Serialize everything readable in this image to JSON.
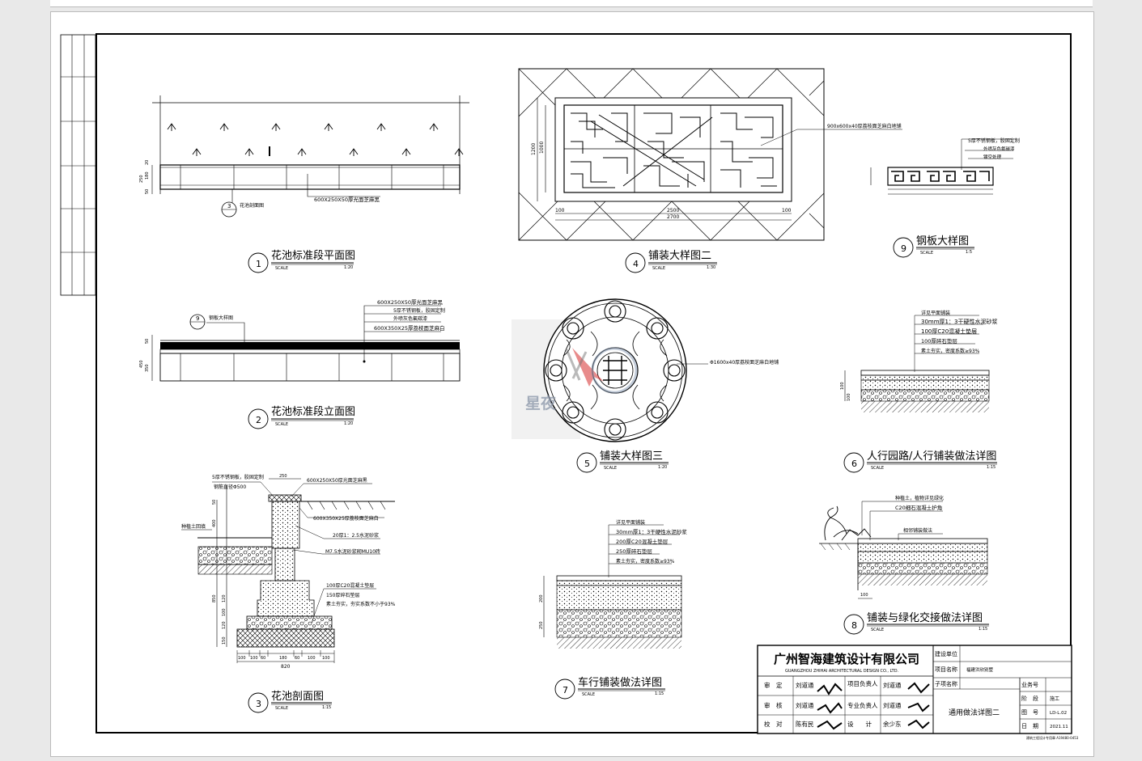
{
  "watermark": {
    "text": "星夜"
  },
  "drawings": {
    "d1": {
      "num": "1",
      "title": "花池标准段平面图",
      "scale_word": "SCALE",
      "scale": "1:20",
      "callouts": [
        "花池剖面图",
        "600X250X50厚光面芝麻黑"
      ],
      "ref": "3",
      "dims": [
        "250",
        "180",
        "50",
        "20"
      ]
    },
    "d2": {
      "num": "2",
      "title": "花池标准段立面图",
      "scale_word": "SCALE",
      "scale": "1:20",
      "callouts": [
        "600X250X50厚光面芝麻黑",
        "5厚不锈钢板，胶固定制",
        "外喷灰色氟碳漆",
        "600X350X25厚荔枝面芝麻白",
        "钢板大样图"
      ],
      "ref": "9",
      "dims": [
        "450",
        "350",
        "50"
      ]
    },
    "d3": {
      "num": "3",
      "title": "花池剖面图",
      "scale_word": "SCALE",
      "scale": "1:15",
      "callouts": [
        "5厚不锈钢板，胶固定制",
        "钢筋直径Φ500",
        "600X250X50厚光面芝麻黑",
        "600X350X25厚荔枝面芝麻白",
        "种植土回填",
        "20厚1：2.5水泥砂浆",
        "M7.5水泥砂浆砌MU10砖",
        "100厚C20混凝土垫层",
        "150厚碎石垫层",
        "素土夯实，夯实系数不小于93%"
      ],
      "dims_top": [
        "250"
      ],
      "dims_left": [
        "50",
        "400",
        "850",
        "120",
        "100",
        "120",
        "150"
      ],
      "dims_bottom": [
        "100",
        "100",
        "60",
        "180",
        "60",
        "100",
        "100"
      ],
      "total": "820"
    },
    "d4": {
      "num": "4",
      "title": "铺装大样图二",
      "scale_word": "SCALE",
      "scale": "1:30",
      "callouts": [
        "900x600x40厚荔枝面芝麻白地铺"
      ],
      "dims": [
        "1200",
        "1000",
        "2500",
        "2700",
        "100",
        "100"
      ]
    },
    "d5": {
      "num": "5",
      "title": "铺装大样图三",
      "scale_word": "SCALE",
      "scale": "1:20",
      "callouts": [
        "Φ1600x40厚荔枝面芝麻白地铺"
      ]
    },
    "d6": {
      "num": "6",
      "title": "人行园路/人行铺装做法详图",
      "scale_word": "SCALE",
      "scale": "1:15",
      "callouts": [
        "详见平面铺装",
        "30mm厚1：3干硬性水泥砂浆",
        "100厚C20混凝土垫层",
        "100厚碎石垫层",
        "素土夯实，密度系数≥93%"
      ],
      "dims": [
        "100",
        "100"
      ]
    },
    "d7": {
      "num": "7",
      "title": "车行铺装做法详图",
      "scale_word": "SCALE",
      "scale": "1:15",
      "callouts": [
        "详见平面铺装",
        "30mm厚1：3干硬性水泥砂浆",
        "200厚C20混凝土垫层",
        "250厚碎石垫层",
        "素土夯实，密度系数≥93%"
      ],
      "dims": [
        "200",
        "250"
      ]
    },
    "d8": {
      "num": "8",
      "title": "铺装与绿化交接做法详图",
      "scale_word": "SCALE",
      "scale": "1:15",
      "callouts": [
        "种植土，植物详见绿化",
        "C20细石混凝土护角",
        "相邻铺装做法"
      ],
      "dims": [
        "100"
      ]
    },
    "d9": {
      "num": "9",
      "title": "钢板大样图",
      "scale_word": "SCALE",
      "scale": "1:5",
      "callouts": [
        "5厚不锈钢板，胶固定制",
        "外喷灰色氟碳漆",
        "镀空处理"
      ]
    }
  },
  "titleblock": {
    "company_cn": "广州智海建筑设计有限公司",
    "company_en": "GUANGZHOU ZHIHAI ARCHITECTURAL DESIGN CO., LTD.",
    "rows": [
      {
        "k1": "审　定",
        "v1": "刘道通",
        "k2": "项目负责人",
        "v2": "刘道通"
      },
      {
        "k1": "审　核",
        "v1": "刘道通",
        "k2": "专业负责人",
        "v2": "刘道通"
      },
      {
        "k1": "校　对",
        "v1": "陈有民",
        "k2": "设　　计",
        "v2": "余少东"
      }
    ],
    "build_unit_label": "建设单位",
    "project_label": "项目名称",
    "project_value": "福建洪欣别墅",
    "sub_label": "子项名称",
    "drawing_title": "通用做法详图二",
    "meta": [
      {
        "k": "业务号",
        "v": ""
      },
      {
        "k": "阶　段",
        "v": "施工"
      },
      {
        "k": "图　号",
        "v": "LD-L.02"
      },
      {
        "k": "日　期",
        "v": "2021.11"
      }
    ],
    "footnote": "建筑工程设计专用章  A19480-0453"
  }
}
